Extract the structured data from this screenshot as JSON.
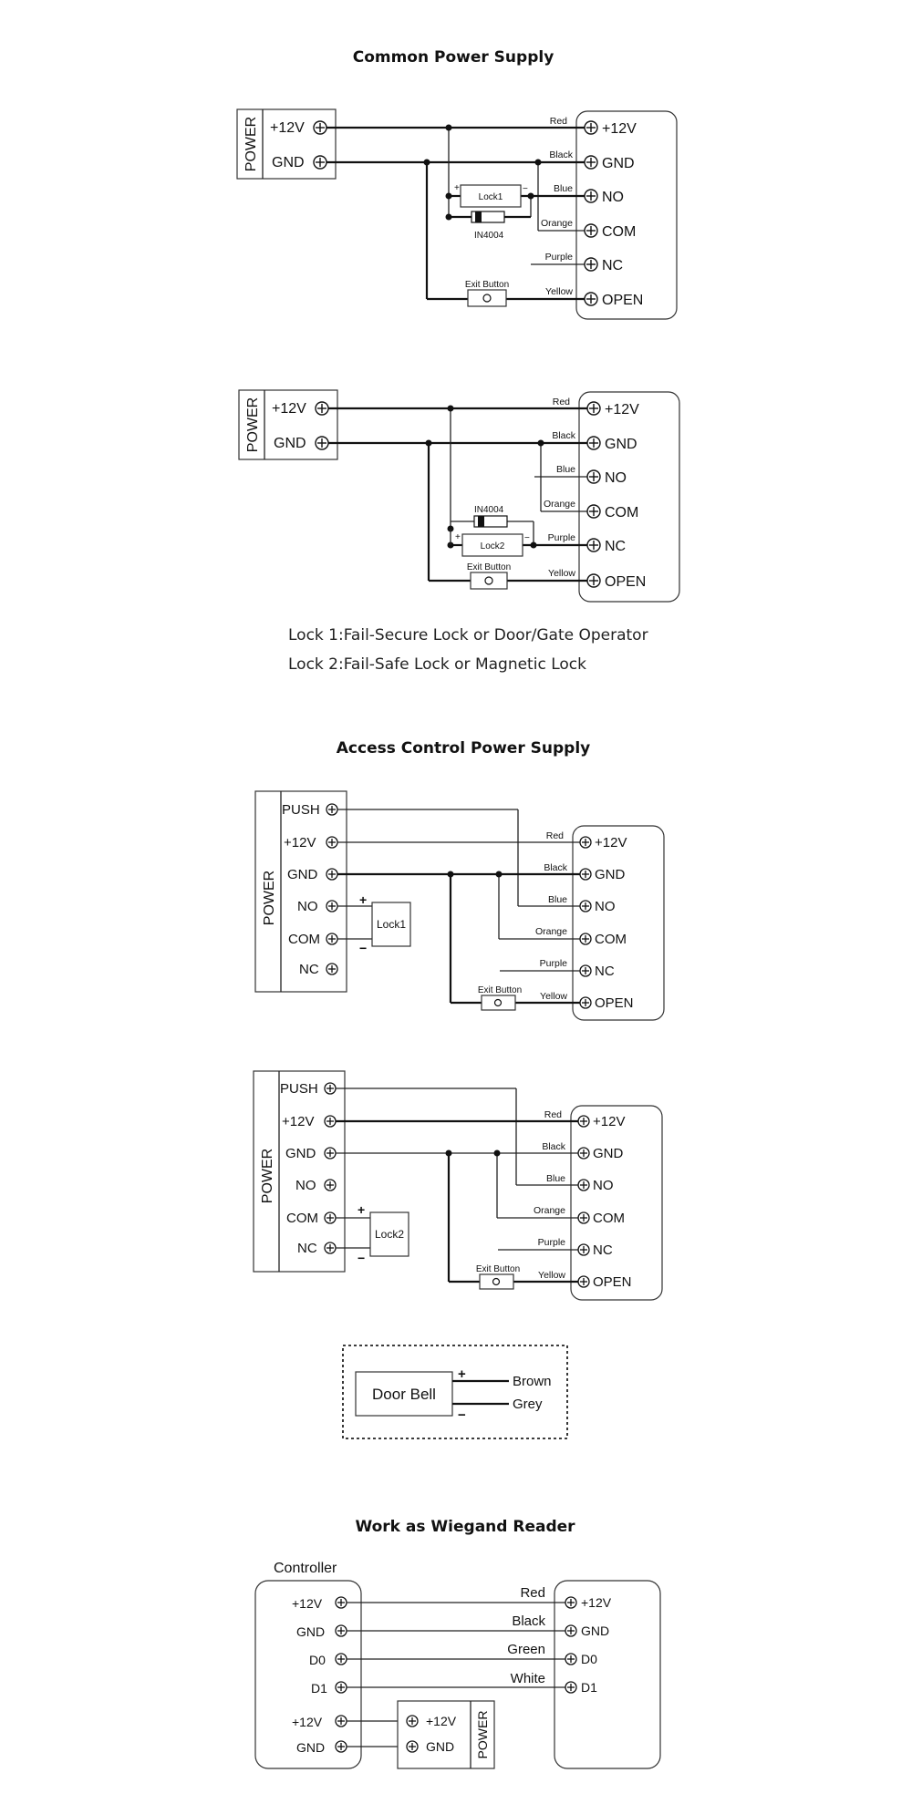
{
  "titles": {
    "common": "Common Power Supply",
    "access": "Access Control Power Supply",
    "wiegand": "Work as Wiegand Reader"
  },
  "power": "POWER",
  "terms": {
    "v12": "+12V",
    "gnd": "GND",
    "no": "NO",
    "com": "COM",
    "nc": "NC",
    "open": "OPEN",
    "push": "PUSH",
    "d0": "D0",
    "d1": "D1"
  },
  "wires": {
    "red": "Red",
    "black": "Black",
    "blue": "Blue",
    "orange": "Orange",
    "purple": "Purple",
    "yellow": "Yellow",
    "green": "Green",
    "white": "White",
    "brown": "Brown",
    "grey": "Grey"
  },
  "parts": {
    "lock1": "Lock1",
    "lock2": "Lock2",
    "diode": "IN4004",
    "exit": "Exit Button",
    "doorbell": "Door Bell",
    "controller": "Controller",
    "plus": "+",
    "minus": "−"
  },
  "notes": {
    "lock1": "Lock 1:Fail-Secure Lock or Door/Gate Operator",
    "lock2": "Lock 2:Fail-Safe Lock or Magnetic Lock"
  }
}
